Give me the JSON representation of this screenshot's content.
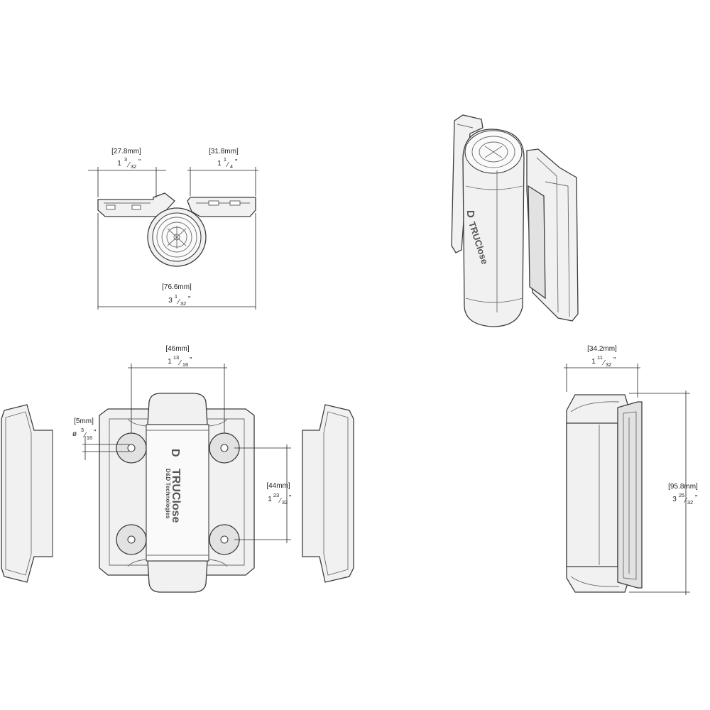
{
  "dimensions": {
    "top_left_width": {
      "metric": "[27.8mm]",
      "whole": "1",
      "num": "3",
      "den": "32",
      "inch": "\""
    },
    "top_right_width": {
      "metric": "[31.8mm]",
      "whole": "1",
      "num": "1",
      "den": "4",
      "inch": "\""
    },
    "top_overall_width": {
      "metric": "[76.6mm]",
      "whole": "3",
      "num": "1",
      "den": "32",
      "inch": "\""
    },
    "hole_spacing_horizontal": {
      "metric": "[46mm]",
      "whole": "1",
      "num": "13",
      "den": "16",
      "inch": "\""
    },
    "hole_diameter": {
      "metric": "[5mm]",
      "prefix": "ø",
      "num": "3",
      "den": "16",
      "inch": "\""
    },
    "hole_spacing_vertical": {
      "metric": "[44mm]",
      "whole": "1",
      "num": "23",
      "den": "32",
      "inch": "\""
    },
    "side_depth": {
      "metric": "[34.2mm]",
      "whole": "1",
      "num": "11",
      "den": "32",
      "inch": "\""
    },
    "side_height": {
      "metric": "[95.8mm]",
      "whole": "3",
      "num": "25",
      "den": "32",
      "inch": "\""
    }
  },
  "branding": {
    "logo_letter": "D",
    "product_name": "TRUClose",
    "company_name": "D&D Technologies"
  },
  "colors": {
    "part_fill": "#f1f1f1",
    "line": "#3c3c3c",
    "dimension_line": "#222222"
  }
}
